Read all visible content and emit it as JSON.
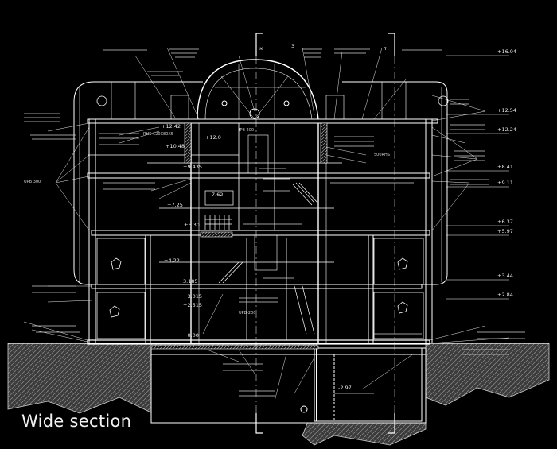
{
  "caption": "Wide section",
  "section_marks": {
    "left_letter": "א",
    "right_letter": "ד",
    "number": "3"
  },
  "levels_right": [
    "+16.04",
    "+12.54",
    "+12.24",
    "+8.41",
    "+9.11",
    "+6.37",
    "+5.97",
    "+3.44",
    "+2.84"
  ],
  "levels_inner": [
    "+12.42",
    "+10.48",
    "+9.435",
    "+7.25",
    "7.62",
    "+6.30",
    "+4.22",
    "3.185",
    "+3.015",
    "+2.515",
    "+0.00",
    "-2.97",
    "+12.0"
  ],
  "profiles": [
    "IPB 200",
    "RHS 120X80X5",
    "UPB 300",
    "UPB-200",
    "500RHS"
  ],
  "colors": {
    "background": "#000000",
    "lines": "#ffffff",
    "soil": "#9a9a9a"
  }
}
